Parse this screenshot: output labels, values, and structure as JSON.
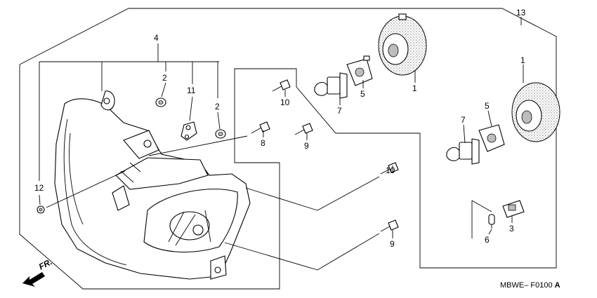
{
  "diagram": {
    "callouts": {
      "c1a": "1",
      "c1b": "1",
      "c2a": "2",
      "c2b": "2",
      "c3": "3",
      "c4": "4",
      "c5a": "5",
      "c5b": "5",
      "c6": "6",
      "c7a": "7",
      "c7b": "7",
      "c8": "8",
      "c9a": "9",
      "c9b": "9",
      "c10a": "10",
      "c10b": "10",
      "c11": "11",
      "c12": "12",
      "c13": "13"
    },
    "direction_label": "FR.",
    "drawing_code": "MBWE– F0100",
    "drawing_code_suffix": "A"
  }
}
